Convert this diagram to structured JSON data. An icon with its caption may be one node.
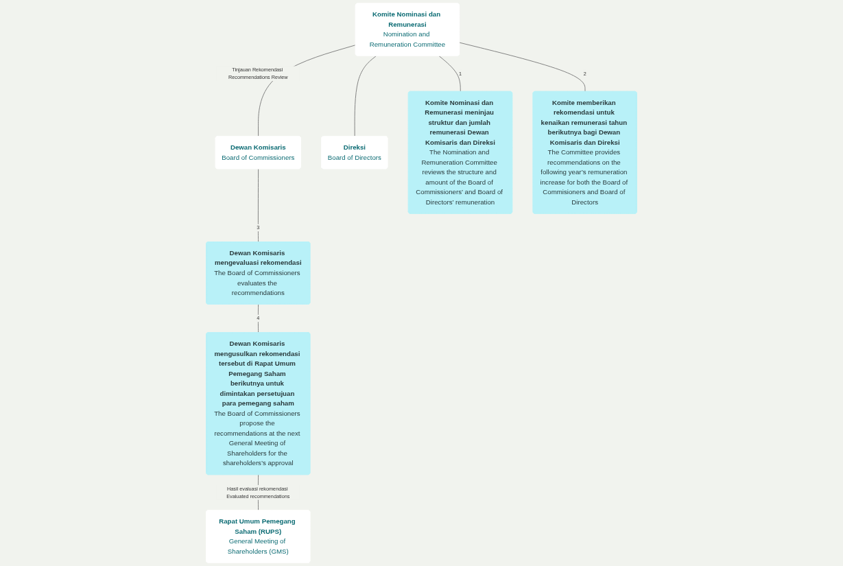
{
  "diagram": {
    "nodes": [
      {
        "text": [
          "Komite Nominasi dan Remunerasi",
          "Nomination and Remuneration Committee"
        ]
      },
      {
        "text": [
          "Dewan Komisaris",
          "Board of Commissioners"
        ]
      },
      {
        "text": [
          "Direksi",
          "Board of Directors"
        ]
      },
      {
        "text": [
          "Dewan Komisaris mengevaluasi rekomendasi",
          "The Board of Commissioners evaluates the recommendations"
        ]
      },
      {
        "text": [
          "Komite Nominasi dan Remunerasi meninjau struktur dan jumlah remunerasi Dewan Komisaris dan Direksi",
          "The Nomination and Remuneration Committee reviews the structure and amount of the Board of Commissioners’ and Board of Directors’ remuneration"
        ]
      },
      {
        "text": [
          "Komite memberikan rekomendasi untuk kenaikan remunerasi tahun berikutnya bagi Dewan Komisaris dan Direksi",
          "The Committee provides recommendations on the following year’s remuneration increase for both the Board of Commisioners and Board of Directors"
        ]
      },
      {
        "text": [
          "Rapat Umum Pemegang Saham (RUPS)",
          "General Meeting of Shareholders (GMS)"
        ]
      },
      {
        "text": [
          "Dewan Komisaris mengusulkan rekomendasi tersebut di Rapat Umum Pemegang Saham berikutnya untuk dimintakan persetujuan para pemegang saham",
          "The Board of Commissioners propose the recommendations at the next General Meeting of Shareholders for the shareholders’s approval"
        ]
      }
    ],
    "edges": [
      {
        "from": 0,
        "to": 1,
        "arrow": "none",
        "label": "Tinjauan Rekomendasi Recommendations Review"
      },
      {
        "from": 0,
        "to": 2,
        "arrow": "none"
      },
      {
        "from": 0,
        "to": 4,
        "arrow": "none",
        "label": "1"
      },
      {
        "from": 0,
        "to": 5,
        "arrow": "none",
        "label": "2"
      },
      {
        "from": 1,
        "to": 3,
        "arrow": "none",
        "label": "3"
      },
      {
        "from": 3,
        "to": 7,
        "arrow": "none",
        "label": "4"
      },
      {
        "from": 7,
        "to": 6,
        "arrow": "none",
        "label": "Hasil evaluasi rekomendasi Evaluated recommendations"
      }
    ]
  }
}
